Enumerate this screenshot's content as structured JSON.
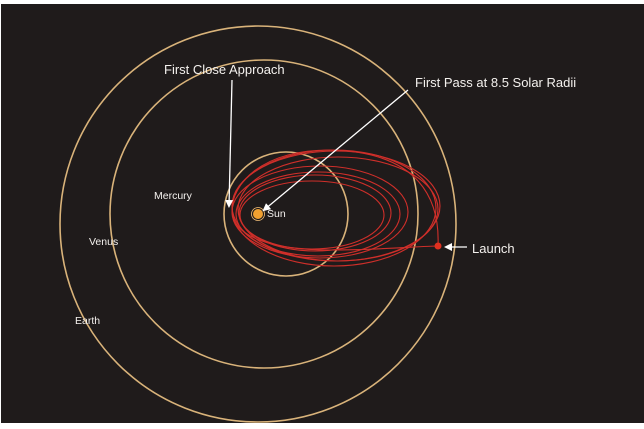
{
  "labels": {
    "first_close_approach": "First Close Approach",
    "first_pass": "First Pass at 8.5 Solar Radii",
    "launch": "Launch",
    "sun": "Sun",
    "mercury": "Mercury",
    "venus": "Venus",
    "earth": "Earth"
  },
  "colors": {
    "background": "#1f1b1b",
    "planet_orbit": "#d9b37a",
    "spacecraft_orbit": "#cf2f2a",
    "sun": "#f0a030",
    "arrow": "#ffffff",
    "text": "#f4f1ee"
  }
}
